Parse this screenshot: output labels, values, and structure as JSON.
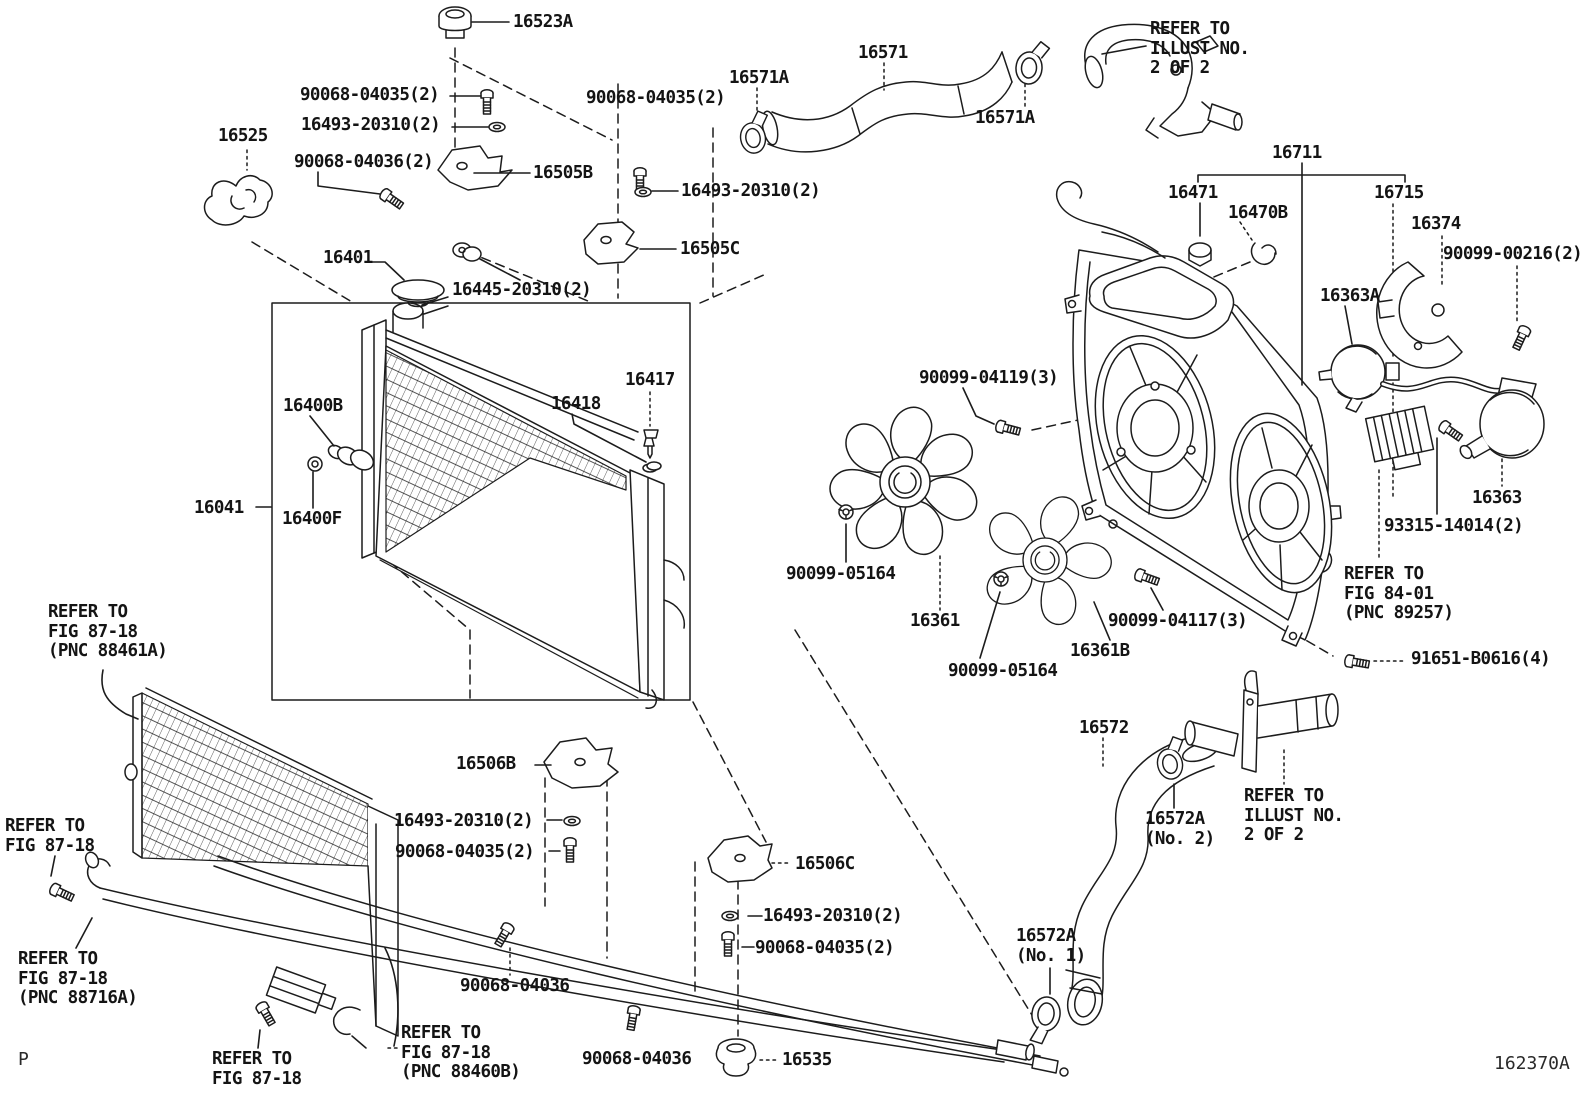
{
  "page": {
    "background": "#ffffff",
    "line_color": "#1c1c1c",
    "footer_page_code": "P",
    "footer_drawing_number": "162370A"
  },
  "labels": [
    {
      "id": "16523A",
      "text": "16523A"
    },
    {
      "id": "90068-04035-a",
      "text": "90068-04035(2)"
    },
    {
      "id": "16493-20310-a",
      "text": "16493-20310(2)"
    },
    {
      "id": "90068-04036-a",
      "text": "90068-04036(2)"
    },
    {
      "id": "16505B",
      "text": "16505B"
    },
    {
      "id": "90068-04035-b",
      "text": "90068-04035(2)"
    },
    {
      "id": "16493-20310-b",
      "text": "16493-20310(2)"
    },
    {
      "id": "16505C",
      "text": "16505C"
    },
    {
      "id": "16525",
      "text": "16525"
    },
    {
      "id": "16401",
      "text": "16401"
    },
    {
      "id": "16445-20310",
      "text": "16445-20310(2)"
    },
    {
      "id": "16571A-1",
      "text": "16571A"
    },
    {
      "id": "16571",
      "text": "16571"
    },
    {
      "id": "16571A-2",
      "text": "16571A"
    },
    {
      "id": "ref-illust-top",
      "text": "REFER TO\nILLUST NO.\n2 OF 2"
    },
    {
      "id": "16711",
      "text": "16711"
    },
    {
      "id": "16471",
      "text": "16471"
    },
    {
      "id": "16470B",
      "text": "16470B"
    },
    {
      "id": "16715",
      "text": "16715"
    },
    {
      "id": "16374",
      "text": "16374"
    },
    {
      "id": "90099-00216",
      "text": "90099-00216(2)"
    },
    {
      "id": "16363A",
      "text": "16363A"
    },
    {
      "id": "90099-04119",
      "text": "90099-04119(3)"
    },
    {
      "id": "16400B",
      "text": "16400B"
    },
    {
      "id": "16418",
      "text": "16418"
    },
    {
      "id": "16417",
      "text": "16417"
    },
    {
      "id": "16041",
      "text": "16041"
    },
    {
      "id": "16400F",
      "text": "16400F"
    },
    {
      "id": "90099-05164-a",
      "text": "90099-05164"
    },
    {
      "id": "16361",
      "text": "16361"
    },
    {
      "id": "90099-05164-b",
      "text": "90099-05164"
    },
    {
      "id": "16361B",
      "text": "16361B"
    },
    {
      "id": "90099-04117",
      "text": "90099-04117(3)"
    },
    {
      "id": "16363",
      "text": "16363"
    },
    {
      "id": "93315-14014",
      "text": "93315-14014(2)"
    },
    {
      "id": "ref-fig84",
      "text": "REFER TO\nFIG 84-01\n(PNC 89257)"
    },
    {
      "id": "91651-B0616",
      "text": "91651-B0616(4)"
    },
    {
      "id": "ref-fig87-a",
      "text": "REFER TO\nFIG 87-18\n(PNC 88461A)"
    },
    {
      "id": "ref-fig87-b",
      "text": "REFER TO\nFIG 87-18"
    },
    {
      "id": "ref-fig87-c",
      "text": "REFER TO\nFIG 87-18\n(PNC 88716A)"
    },
    {
      "id": "ref-fig87-d",
      "text": "REFER TO\nFIG 87-18"
    },
    {
      "id": "16506B",
      "text": "16506B"
    },
    {
      "id": "16493-20310-c",
      "text": "16493-20310(2)"
    },
    {
      "id": "90068-04035-c",
      "text": "90068-04035(2)"
    },
    {
      "id": "16506C",
      "text": "16506C"
    },
    {
      "id": "16493-20310-d",
      "text": "16493-20310(2)"
    },
    {
      "id": "90068-04035-d",
      "text": "90068-04035(2)"
    },
    {
      "id": "90068-04036-b",
      "text": "90068-04036"
    },
    {
      "id": "ref-fig87-e",
      "text": "REFER TO\nFIG 87-18\n(PNC 88460B)"
    },
    {
      "id": "90068-04036-c",
      "text": "90068-04036"
    },
    {
      "id": "16535",
      "text": "16535"
    },
    {
      "id": "16572",
      "text": "16572"
    },
    {
      "id": "16572A-2",
      "text": "16572A\n(No. 2)"
    },
    {
      "id": "ref-illust-bot",
      "text": "REFER TO\nILLUST NO.\n2 OF 2"
    },
    {
      "id": "16572A-1",
      "text": "16572A\n(No. 1)"
    }
  ]
}
